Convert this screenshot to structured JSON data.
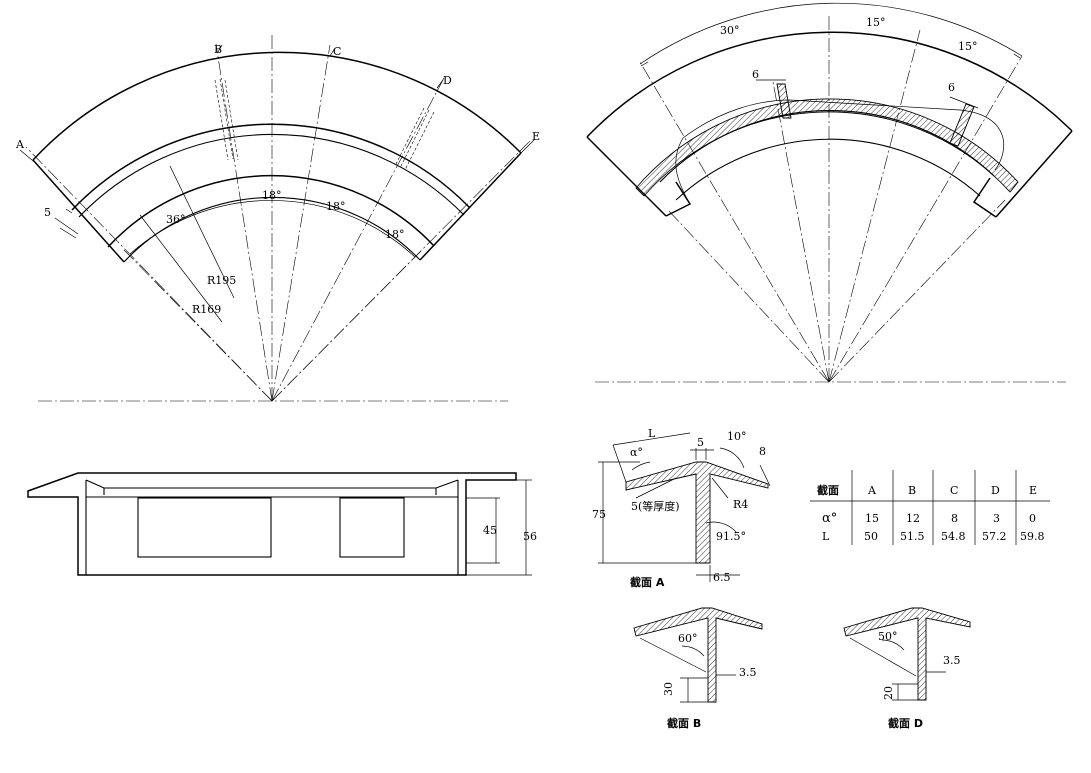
{
  "view_top_left": {
    "end_labels": {
      "a": "A",
      "b": "B",
      "c": "C",
      "d": "D",
      "e": "E"
    },
    "angles": {
      "a36": "36°",
      "a18_1": "18°",
      "a18_2": "18°",
      "a18_3": "18°"
    },
    "radii": {
      "r195": "R195",
      "r169": "R169"
    },
    "width_5": "5"
  },
  "view_top_right": {
    "angles": {
      "a30": "30°",
      "a15_1": "15°",
      "a15_2": "15°"
    },
    "rib_left": "6",
    "rib_right": "6"
  },
  "side_view": {
    "dim_45": "45",
    "dim_56": "56"
  },
  "section_a": {
    "dim_L": "L",
    "alpha": "α°",
    "dim_5": "5",
    "angle_10": "10°",
    "dim_8": "8",
    "dim_75": "75",
    "thickness_note": "5(等厚度)",
    "radius_r4": "R4",
    "angle_91_5": "91.5°",
    "dim_6_5": "6.5",
    "title": "截面 A"
  },
  "section_b": {
    "angle_60": "60°",
    "dim_3_5": "3.5",
    "dim_30": "30",
    "title": "截面 B"
  },
  "section_d": {
    "angle_50": "50°",
    "dim_3_5": "3.5",
    "dim_20": "20",
    "title": "截面 D"
  },
  "table": {
    "header": [
      "截面",
      "A",
      "B",
      "C",
      "D",
      "E"
    ],
    "rows": [
      [
        "α°",
        "15",
        "12",
        "8",
        "3",
        "0"
      ],
      [
        "L",
        "50",
        "51.5",
        "54.8",
        "57.2",
        "59.8"
      ]
    ]
  }
}
